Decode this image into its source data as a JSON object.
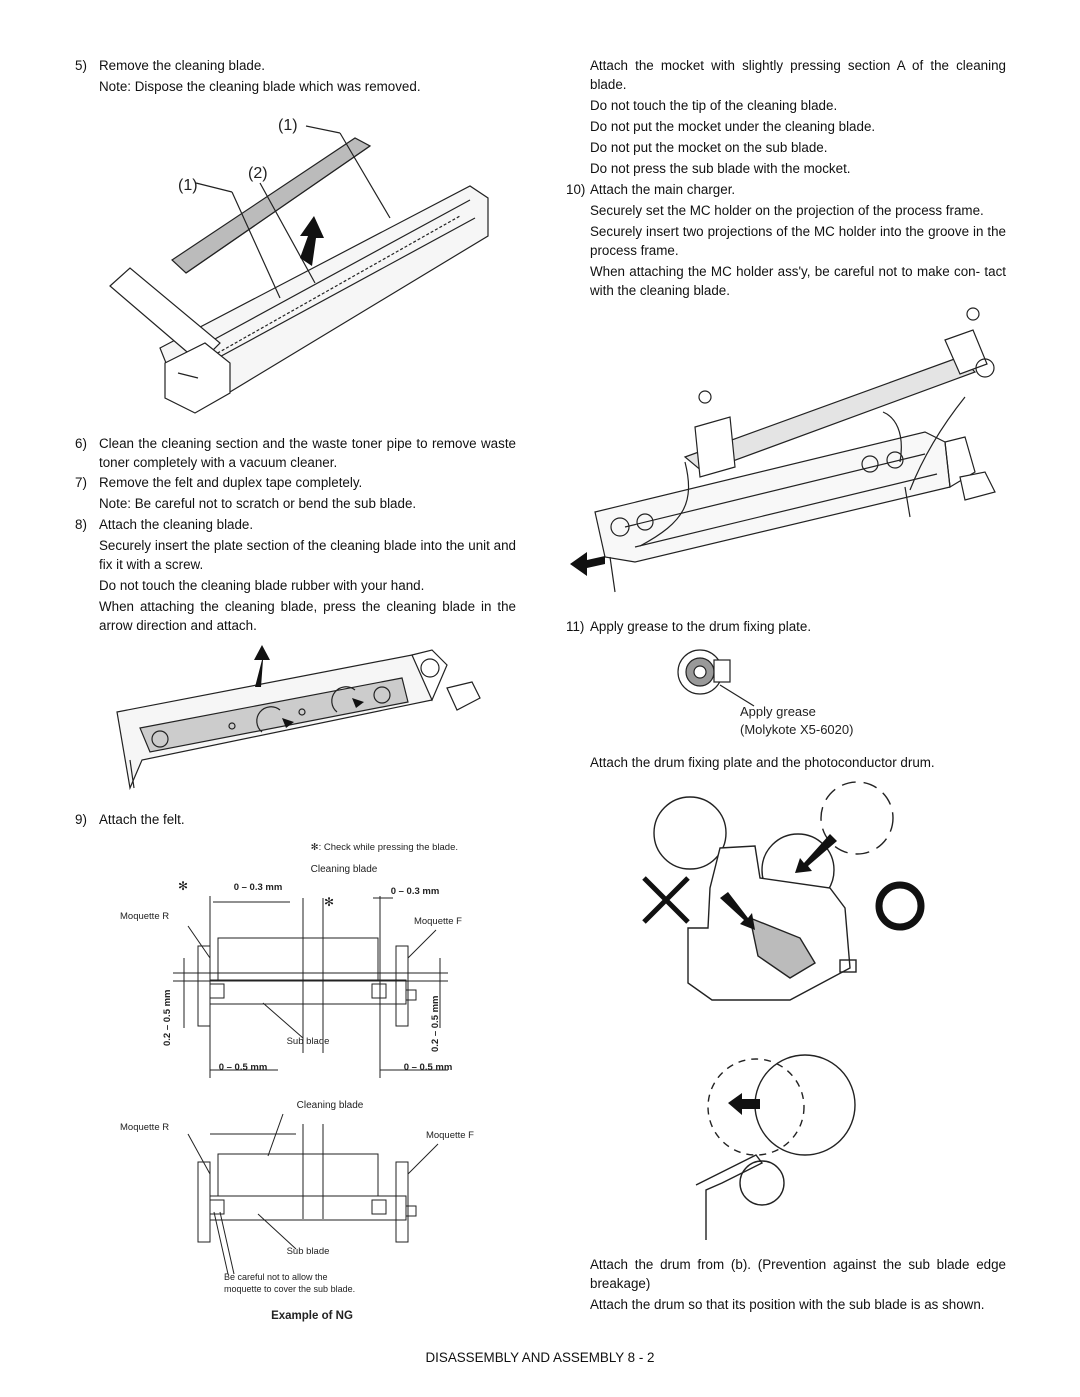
{
  "left": {
    "s5": {
      "num": "5)",
      "text": "Remove the cleaning blade.",
      "note": "Note: Dispose the cleaning blade which was removed."
    },
    "fig1": {
      "label1": "(1)",
      "label2": "(1)",
      "label3": "(2)"
    },
    "s6": {
      "num": "6)",
      "text": "Clean the cleaning section and the waste toner pipe to remove waste toner completely with a vacuum cleaner."
    },
    "s7": {
      "num": "7)",
      "text": "Remove the felt and duplex tape completely.",
      "note": "Note: Be careful not to scratch or bend the sub blade."
    },
    "s8": {
      "num": "8)",
      "text": "Attach the cleaning blade.",
      "p1": "Securely insert the plate section of the cleaning blade into the unit and fix it with a screw.",
      "p2": "Do not touch the cleaning blade rubber with your hand.",
      "p3": "When attaching the cleaning blade, press the cleaning blade in the arrow direction and attach."
    },
    "s9": {
      "num": "9)",
      "text": "Attach the felt."
    },
    "felt_fig": {
      "check_note": "✻: Check while pressing the blade.",
      "cleaning_blade": "Cleaning blade",
      "gap_left": "0 – 0.3 mm",
      "gap_right": "0 – 0.3 mm",
      "star": "✻",
      "moquette_r": "Moquette R",
      "moquette_f": "Moquette F",
      "vert_left": "0.2 – 0.5 mm",
      "vert_right": "0.2 – 0.5 mm",
      "sub_blade": "Sub blade",
      "bottom_left": "0 – 0.5 mm",
      "bottom_right": "0 – 0.5 mm"
    },
    "ng_fig": {
      "cleaning_blade": "Cleaning blade",
      "moquette_r": "Moquette R",
      "moquette_f": "Moquette F",
      "sub_blade": "Sub blade",
      "caution_1": "Be careful not to allow the",
      "caution_2": "moquette to cover the sub blade.",
      "caption": "Example of NG"
    }
  },
  "right": {
    "mocket": {
      "p1": "Attach the mocket with slightly pressing section A of the cleaning blade.",
      "p2": "Do not touch the tip of the cleaning blade.",
      "p3": "Do not put the mocket under the cleaning blade.",
      "p4": "Do not put the mocket on the sub blade.",
      "p5": "Do not press the sub blade with the mocket."
    },
    "s10": {
      "num": "10)",
      "text": "Attach the main charger.",
      "p1": "Securely set the MC holder on the projection of the process frame.",
      "p2": "Securely insert two projections of the MC holder into the groove in the process frame.",
      "p3": "When attaching the MC holder ass'y, be careful not to make con- tact with the cleaning blade."
    },
    "s11": {
      "num": "11)",
      "text": "Apply grease to the drum fixing plate."
    },
    "grease": {
      "line1": "Apply grease",
      "line2": "(Molykote X5-6020)"
    },
    "attach_drum_plate": "Attach the drum fixing plate and the photoconductor drum.",
    "drum_b": "Attach the drum from (b). (Prevention against the sub blade edge breakage)",
    "drum_pos": "Attach the drum so that its position with the sub blade is as shown."
  },
  "footer": "DISASSEMBLY AND ASSEMBLY  8 - 2"
}
